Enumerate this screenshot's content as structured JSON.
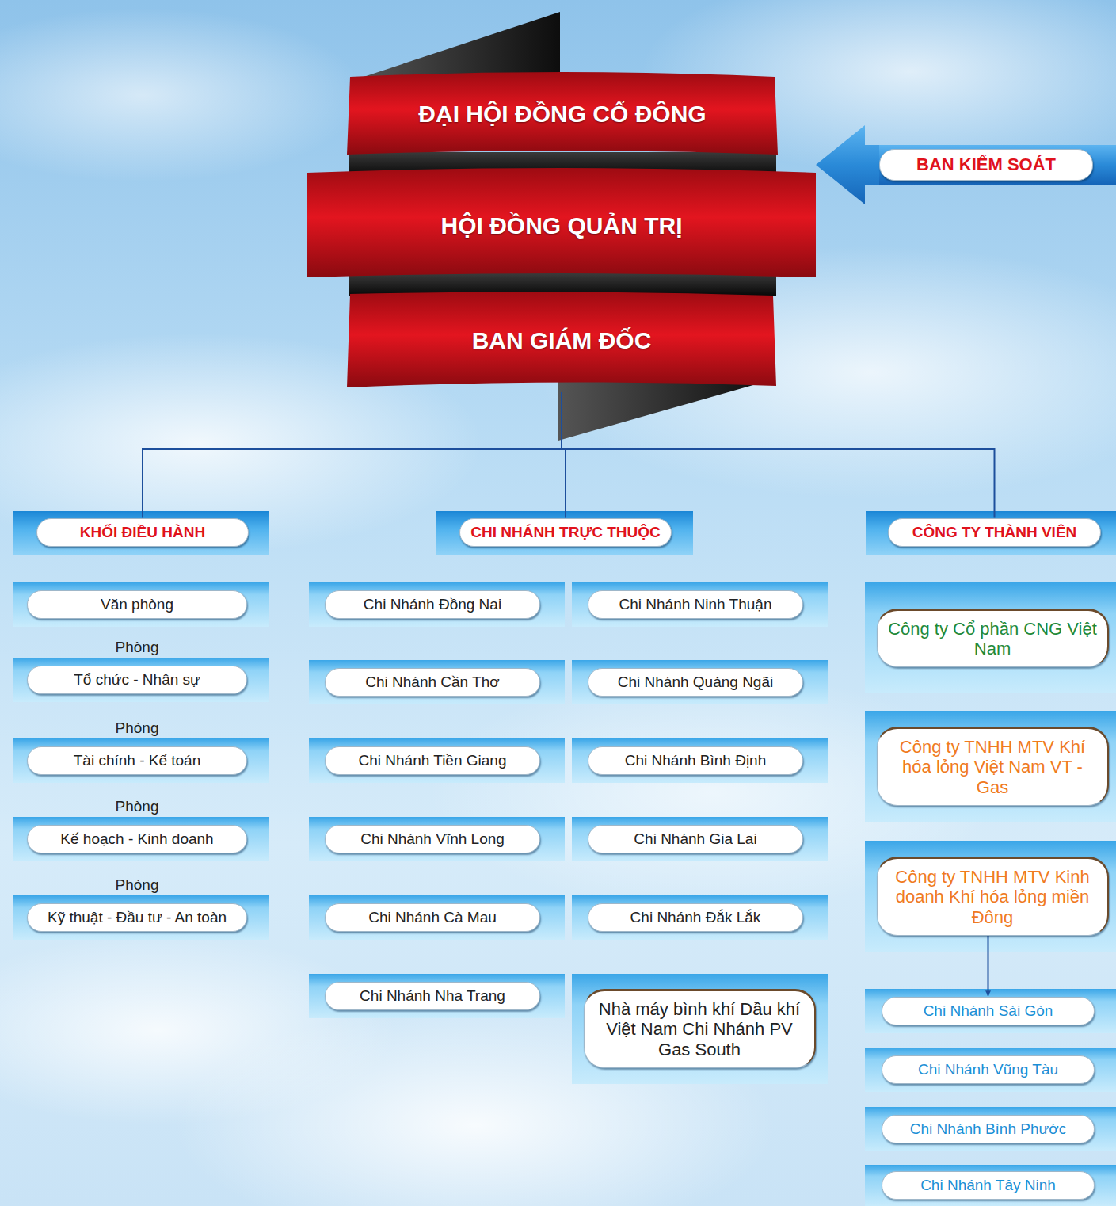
{
  "diagram": {
    "nodes": [
      {
        "text": [
          "ĐẠI HỘI ĐỒNG CỔ ĐÔNG"
        ]
      },
      {
        "text": [
          "HỘI ĐỒNG QUẢN TRỊ"
        ]
      },
      {
        "text": [
          "BAN GIÁM ĐỐC"
        ]
      },
      {
        "text": [
          "BAN KIỂM SOÁT"
        ]
      },
      {
        "text": [
          "KHỐI ĐIỀU HÀNH"
        ]
      },
      {
        "text": [
          "CHI NHÁNH TRỰC THUỘC"
        ]
      },
      {
        "text": [
          "CÔNG TY THÀNH VIÊN"
        ]
      },
      {
        "text": [
          "Văn phòng"
        ]
      },
      {
        "text": [
          "Phòng",
          "Tổ chức - Nhân sự"
        ]
      },
      {
        "text": [
          "Phòng",
          "Tài chính - Kế toán"
        ]
      },
      {
        "text": [
          "Phòng",
          "Kế hoạch - Kinh doanh"
        ]
      },
      {
        "text": [
          "Phòng",
          "Kỹ thuật - Đầu tư - An toàn"
        ]
      },
      {
        "text": [
          "Chi Nhánh Đồng Nai"
        ]
      },
      {
        "text": [
          "Chi Nhánh Cần Thơ"
        ]
      },
      {
        "text": [
          "Chi Nhánh Tiền Giang"
        ]
      },
      {
        "text": [
          "Chi Nhánh Vĩnh Long"
        ]
      },
      {
        "text": [
          "Chi Nhánh Cà Mau"
        ]
      },
      {
        "text": [
          "Chi Nhánh Nha Trang"
        ]
      },
      {
        "text": [
          "Chi Nhánh Ninh Thuận"
        ]
      },
      {
        "text": [
          "Chi Nhánh Quảng Ngãi"
        ]
      },
      {
        "text": [
          "Chi Nhánh Bình Định"
        ]
      },
      {
        "text": [
          "Chi Nhánh Gia Lai"
        ]
      },
      {
        "text": [
          "Chi Nhánh Đắk Lắk"
        ]
      },
      {
        "text": [
          "Nhà máy bình khí Dầu khí Việt Nam Chi Nhánh PV Gas South"
        ]
      },
      {
        "text": [
          "Công ty Cổ phần CNG Việt Nam"
        ]
      },
      {
        "text": [
          "Công ty TNHH MTV Khí hóa lỏng Việt Nam VT - Gas"
        ]
      },
      {
        "text": [
          "Công ty TNHH MTV Kinh doanh Khí hóa lỏng miền Đông"
        ]
      },
      {
        "text": [
          "Chi Nhánh Sài Gòn"
        ]
      },
      {
        "text": [
          "Chi Nhánh Vũng Tàu"
        ]
      },
      {
        "text": [
          "Chi Nhánh Bình Phước"
        ]
      },
      {
        "text": [
          "Chi Nhánh Tây Ninh"
        ]
      }
    ],
    "edges": [
      {
        "from": 3,
        "to": 1,
        "arrow": "to"
      },
      {
        "from": 2,
        "to": 4,
        "arrow": "none"
      },
      {
        "from": 2,
        "to": 5,
        "arrow": "none"
      },
      {
        "from": 2,
        "to": 6,
        "arrow": "none"
      },
      {
        "from": 26,
        "to": 27,
        "arrow": "to"
      }
    ]
  }
}
